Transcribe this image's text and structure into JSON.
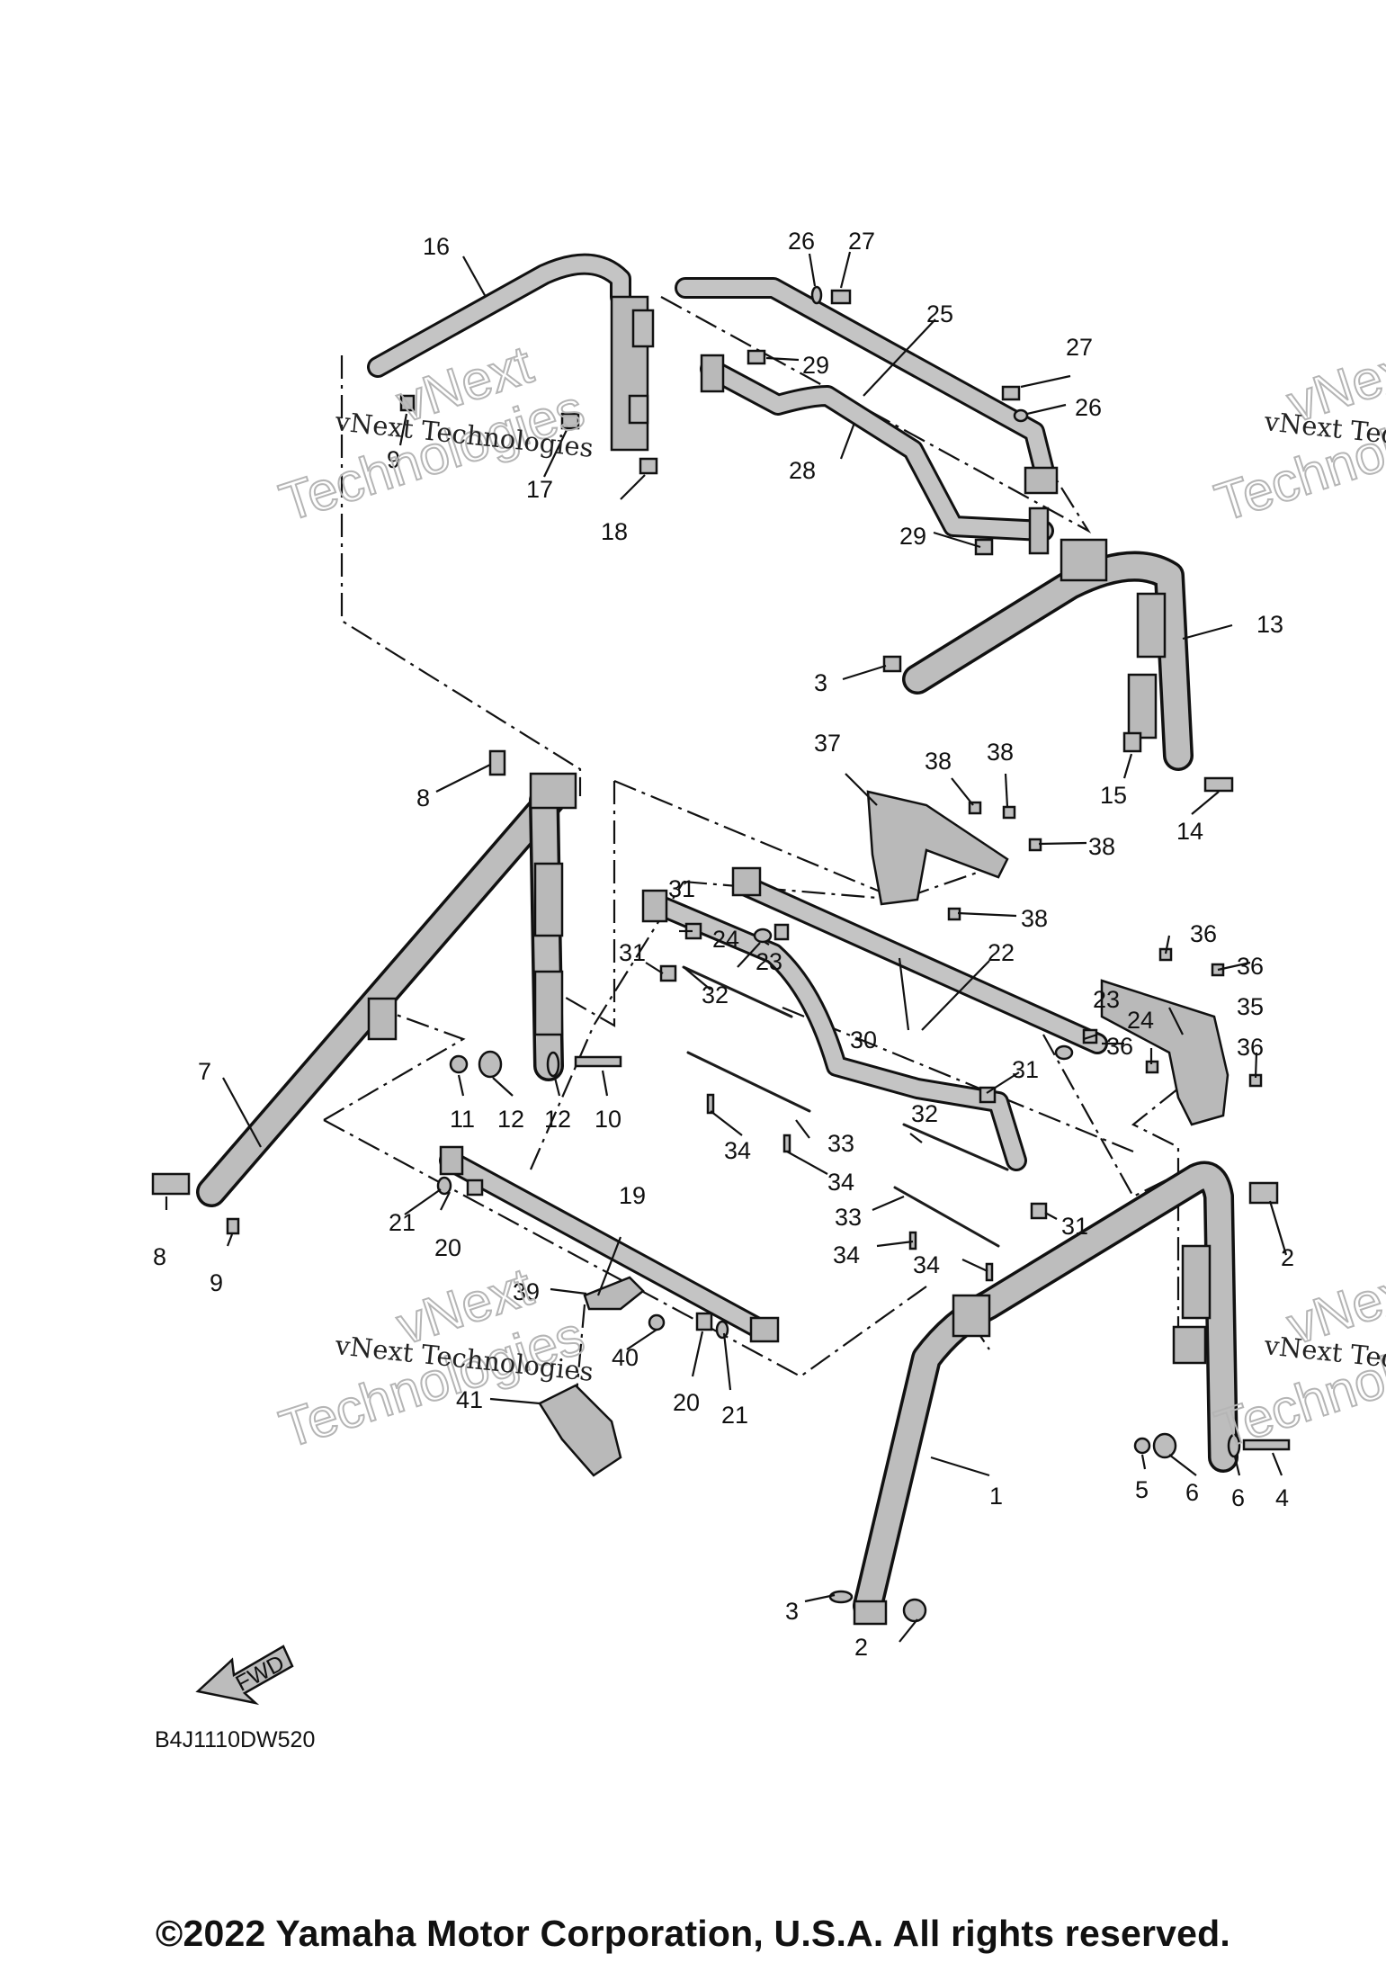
{
  "diagram": {
    "callouts": [
      "1",
      "2",
      "2",
      "3",
      "3",
      "4",
      "5",
      "6",
      "6",
      "7",
      "8",
      "8",
      "9",
      "9",
      "10",
      "11",
      "12",
      "12",
      "13",
      "14",
      "15",
      "16",
      "17",
      "18",
      "19",
      "20",
      "20",
      "21",
      "21",
      "22",
      "23",
      "23",
      "24",
      "24",
      "25",
      "26",
      "26",
      "27",
      "27",
      "28",
      "29",
      "29",
      "30",
      "31",
      "31",
      "31",
      "31",
      "32",
      "32",
      "33",
      "33",
      "34",
      "34",
      "34",
      "34",
      "35",
      "36",
      "36",
      "36",
      "36",
      "37",
      "38",
      "38",
      "38",
      "38",
      "39",
      "40",
      "41"
    ],
    "diagram_code": "B4J1110DW520",
    "fwd_label": "FWD",
    "watermarks": [
      "vNext Technologies",
      "vNext Technologies",
      "vNext Technologies",
      "vNext Technologies"
    ],
    "watermark_big": [
      "vNext",
      "Technologies"
    ],
    "copyright": "©2022 Yamaha Motor Corporation, U.S.A. All rights reserved."
  }
}
